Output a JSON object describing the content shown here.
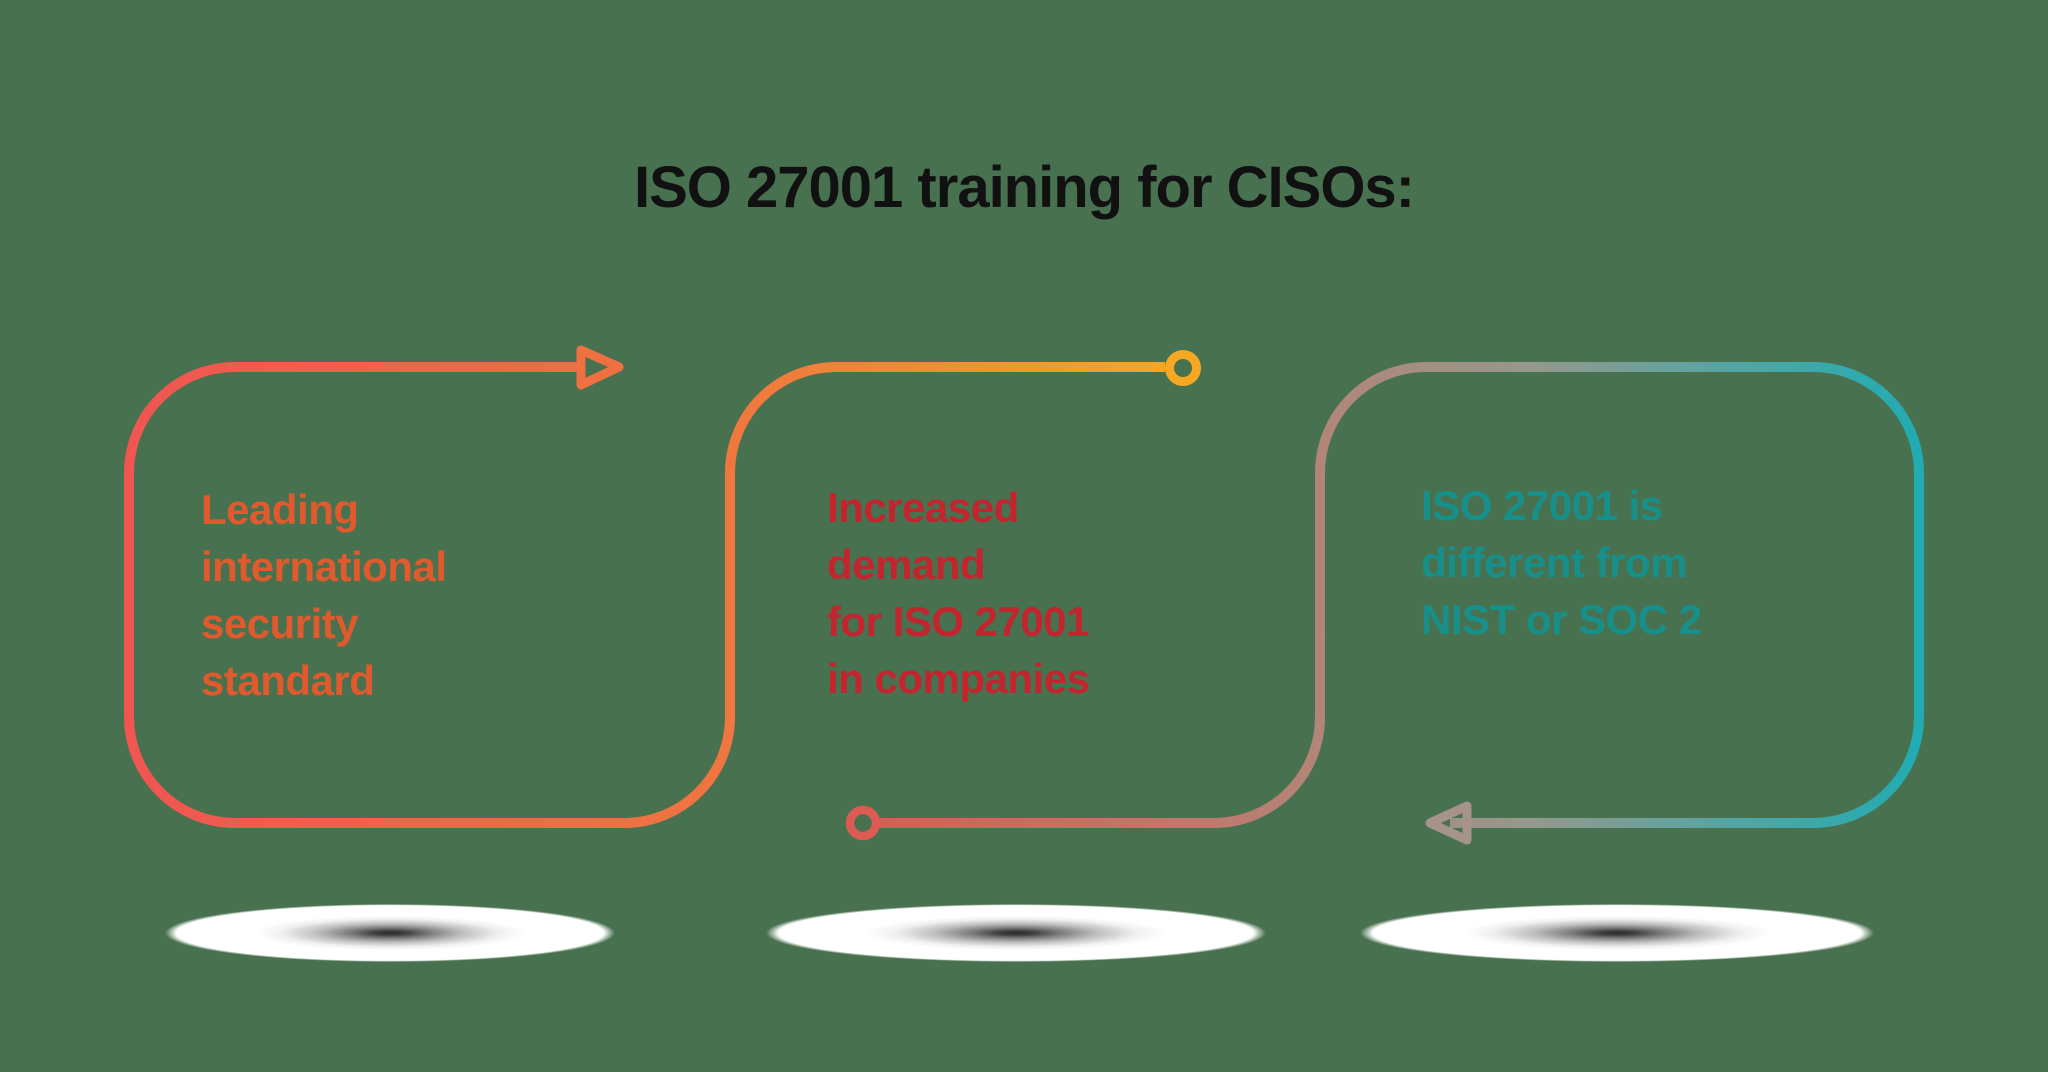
{
  "title": "ISO 27001 training for CISOs:",
  "cards": [
    {
      "id": "leading-international-security-standard",
      "lines": [
        "Leading",
        "international",
        "security",
        "standard"
      ],
      "text_color": "#e15a2d"
    },
    {
      "id": "increased-demand-for-iso-27001",
      "lines": [
        "Increased",
        "demand",
        "for ISO 27001",
        "in companies"
      ],
      "text_color": "#c3242e"
    },
    {
      "id": "iso-27001-different-from-nist-soc2",
      "lines": [
        "ISO 27001 is",
        "different from",
        "NIST or SOC 2"
      ],
      "text_color": "#17908c"
    }
  ],
  "icons": {
    "arrow_right": "arrow-right-icon",
    "arrow_left": "arrow-left-icon",
    "ring_top": "circle-ring-icon",
    "ring_bottom": "circle-ring-icon"
  },
  "colors": {
    "background": "#48714f",
    "title": "#111111",
    "flow1_gradient": [
      "#f05552",
      "#ed6a45",
      "#ef7540",
      "#f28e33",
      "#f7a823"
    ],
    "flow2_gradient": [
      "#dc5b52",
      "#c97165",
      "#b28578",
      "#96988c",
      "#55a5a3",
      "#20acb2"
    ],
    "arrow_right": "#ef7040",
    "arrow_left": "#a6948a",
    "ring_top": "#f7a823",
    "ring_bottom": "#dc5b52",
    "shadow_core": "#2b2b2b",
    "shadow_halo": "#ffffff"
  }
}
